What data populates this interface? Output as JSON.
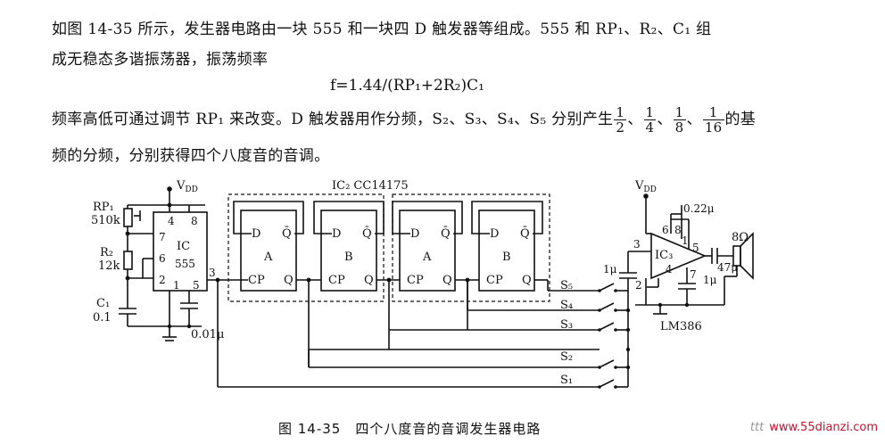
{
  "text": {
    "line1": "如图 14-35 所示，发生器电路由一块 555 和一块四 D 触发器等组成。555 和 RP₁、R₂、C₁ 组",
    "line2": "成无稳态多谐振荡器，振荡频率",
    "formula": "f=1.44/(RP₁+2R₂)C₁",
    "line3_pre": "频率高低可通过调节 RP₁ 来改变。D 触发器用作分频，S₂、S₃、S₄、S₅ 分别产生",
    "sep": "、",
    "line3_post": "的基",
    "line4": "频的分频，分别获得四个八度音的音调。",
    "fractions": [
      {
        "num": "1",
        "den": "2"
      },
      {
        "num": "1",
        "den": "4"
      },
      {
        "num": "1",
        "den": "8"
      },
      {
        "num": "1",
        "den": "16"
      }
    ]
  },
  "circuit": {
    "vdd1": "V",
    "vdd1_sub": "DD",
    "rp1": "RP₁",
    "rp1_val": "510k",
    "r2": "R₂",
    "r2_val": "12k",
    "c1": "C₁",
    "c1_val": "0.1",
    "cap_001": "0.01μ",
    "ic555_name": "IC",
    "ic555_type": "555",
    "pin4": "4",
    "pin8": "8",
    "pin7": "7",
    "pin6": "6",
    "pin2": "2",
    "pin1": "1",
    "pin5": "5",
    "pin3": "3",
    "ic2_label": "IC₂ CC14175",
    "ff_d": "D",
    "ff_q": "Q",
    "ff_qbar": "Q̄",
    "ff_cp": "CP",
    "ff_names": [
      "A",
      "B",
      "A",
      "B"
    ],
    "switches": [
      "S₅",
      "S₄",
      "S₃",
      "S₂",
      "S₁"
    ],
    "cap_1u_in": "1μ",
    "vdd2": "V",
    "vdd2_sub": "DD",
    "cap_022": "0.22μ",
    "lm_pin6": "6",
    "lm_pin8": "8",
    "lm_pin3": "3",
    "lm_pin2": "2",
    "lm_pin1": "1",
    "lm_pin4": "4",
    "lm_pin5": "5",
    "lm_pin7": "7",
    "ic3": "IC₃",
    "lm386": "LM386",
    "cap_1u_byp": "1μ",
    "cap_47u": "47μ",
    "speaker": "8Ω"
  },
  "caption": "图 14-35　四个八度音的音调发生器电路",
  "watermark": {
    "logo": "ttt",
    "url": "www.55dianzi.com"
  }
}
